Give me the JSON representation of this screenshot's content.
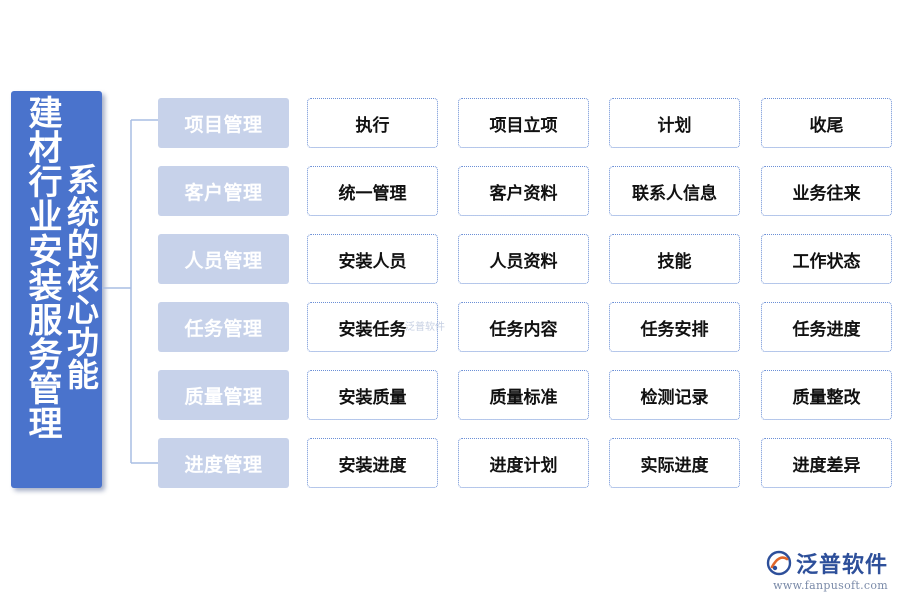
{
  "title": {
    "main": "建材行业安装服务管理",
    "sub": "系统的核心功能"
  },
  "rows": [
    {
      "category": "项目管理",
      "items": [
        "执行",
        "项目立项",
        "计划",
        "收尾"
      ]
    },
    {
      "category": "客户管理",
      "items": [
        "统一管理",
        "客户资料",
        "联系人信息",
        "业务往来"
      ]
    },
    {
      "category": "人员管理",
      "items": [
        "安装人员",
        "人员资料",
        "技能",
        "工作状态"
      ]
    },
    {
      "category": "任务管理",
      "items": [
        "安装任务",
        "任务内容",
        "任务安排",
        "任务进度"
      ]
    },
    {
      "category": "质量管理",
      "items": [
        "安装质量",
        "质量标准",
        "检测记录",
        "质量整改"
      ]
    },
    {
      "category": "进度管理",
      "items": [
        "安装进度",
        "进度计划",
        "实际进度",
        "进度差异"
      ]
    }
  ],
  "watermark": "泛普软件",
  "logo": {
    "name": "泛普软件",
    "url": "www.fanpusoft.com"
  },
  "colors": {
    "title_bg": "#4a73cc",
    "category_bg": "#c7d2ea",
    "item_border": "#6b8fd6",
    "connector": "#a9bde3"
  }
}
